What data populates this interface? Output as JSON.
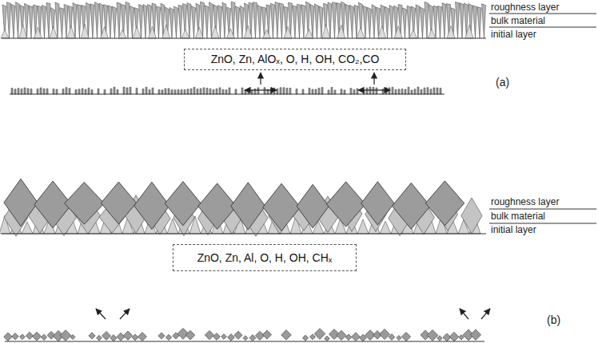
{
  "diagram": {
    "nodes": [
      {
        "text": [
          "ZnO, Zn, AlOₓ, O, H, OH, CO₂,CO"
        ]
      },
      {
        "text": [
          "ZnO, Zn, Al, O, H, OH, CHₓ"
        ]
      }
    ],
    "labels": [
      "roughness layer",
      "bulk material",
      "initial layer",
      "(a)",
      "roughness layer",
      "bulk material",
      "initial layer",
      "(b)"
    ]
  }
}
